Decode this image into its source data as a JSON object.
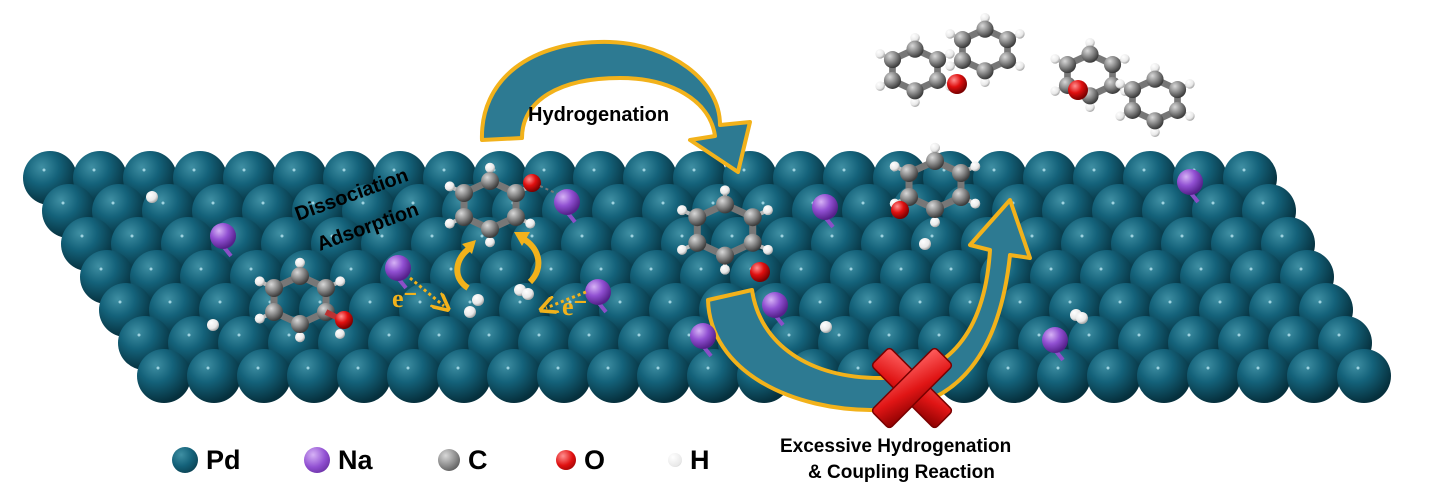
{
  "labels": {
    "hydrogenation": "Hydrogenation",
    "dissociation": "Dissociation",
    "adsorption": "Adsorption",
    "electron_left": "e⁻",
    "electron_right": "e⁻",
    "excessive_line1": "Excessive Hydrogenation",
    "excessive_line2": "& Coupling Reaction"
  },
  "legend": [
    {
      "symbol": "Pd",
      "color": "#0f5a6c",
      "icon": "pd-atom-icon"
    },
    {
      "symbol": "Na",
      "color": "#8a4fc8",
      "icon": "na-atom-icon"
    },
    {
      "symbol": "C",
      "color": "#8a8a8a",
      "icon": "c-atom-icon"
    },
    {
      "symbol": "O",
      "color": "#e01010",
      "icon": "o-atom-icon"
    },
    {
      "symbol": "H",
      "color": "#f2f2f2",
      "icon": "h-atom-icon"
    }
  ],
  "colors": {
    "pd": "#0f5a6c",
    "arrow_fill": "#2d7a92",
    "arrow_outline": "#f2b21b",
    "cross": "#e01515",
    "electron": "#f2b21b"
  }
}
